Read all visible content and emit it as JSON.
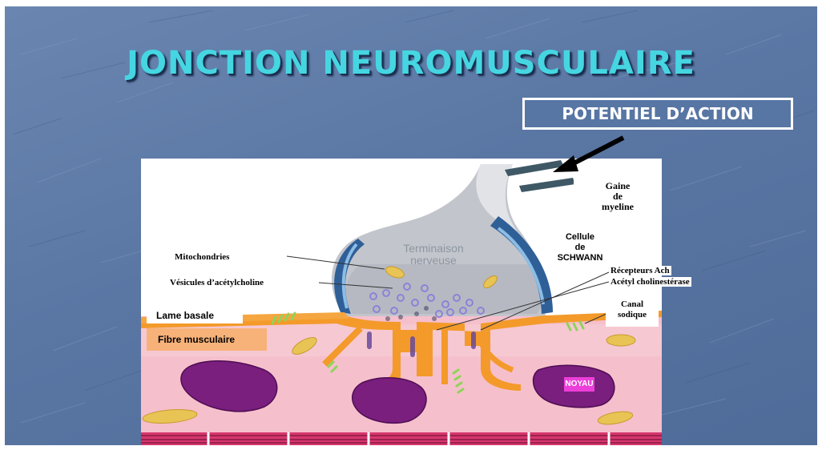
{
  "slide": {
    "title": "JONCTION NEUROMUSCULAIRE",
    "action_potential_label": "POTENTIEL D’ACTION"
  },
  "diagram": {
    "labels": {
      "gaine": [
        "Gaine",
        "de",
        "myeline"
      ],
      "schwann": [
        "Cellule",
        "de",
        "SCHWANN"
      ],
      "mitochondries": "Mitochondries",
      "vesicules": "Vésicules d’acétylcholine",
      "terminaison": [
        "Terminaison",
        "nerveuse"
      ],
      "recepteurs": "Récepteurs  Ach",
      "cholinesterase": "Acétyl cholinestérase",
      "canal": [
        "Canal",
        "sodique"
      ],
      "lame_basale": "Lame basale",
      "fibre": "Fibre musculaire",
      "noyau": "NOYAU"
    },
    "colors": {
      "slide_background": "#5a76a3",
      "title": "#45d6e2",
      "muscle_fiber": "#f3b8c6",
      "basal_lamina": "#f39a2a",
      "nucleus": "#7a1f7e",
      "terminal": "#b9bcc4",
      "vesicles": "#8c82d8",
      "mitochondria": "#e8c455",
      "receptors": "#8ed45a",
      "myelin": "#3f5866",
      "schwann": "#6fa8d8",
      "nucleus_label": "#ec3fd9"
    }
  }
}
